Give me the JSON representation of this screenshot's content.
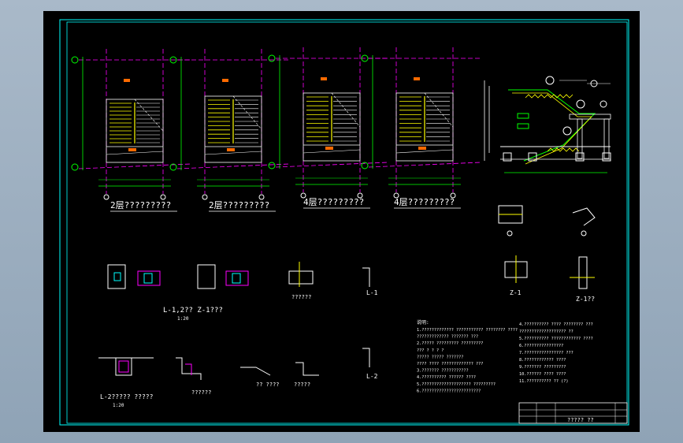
{
  "colors": {
    "frame": "#00ffff",
    "axis": "#ff00ff",
    "dim": "#00ff00",
    "step": "#ffff00",
    "outline": "#ffffff",
    "accent": "#ff6a00"
  },
  "plans": [
    {
      "title": "2层?????????"
    },
    {
      "title": "2层?????????"
    },
    {
      "title": "4层?????????"
    },
    {
      "title": "4层?????????"
    }
  ],
  "details": {
    "col_section_title": "L-1,2??  Z-1???",
    "col_section_sub": "1:20",
    "beam_d1": "??????",
    "l1_label": "L-1",
    "l2_label": "L-2",
    "z1_label": "Z-1",
    "z2_label": "Z-1??",
    "lower_left_title": "L-2?????  ?????",
    "lower_left_sub": "1:20",
    "lower_mid_a": "??????",
    "lower_mid_b": "?? ????",
    "lower_mid_c": "?????"
  },
  "notes": {
    "heading": "说明:",
    "lines": [
      "1.?????????????  ???????????   ????????  ????",
      "  ?????????????    ???????  ???",
      "2.????? ?????????    ?????????",
      "  ???     ? ?      ?    ?",
      "  ?????  ????? ???????",
      "  ????  ???? ????????????? ???",
      "3.???????  ???????????",
      "4.?????????? ?????? ????",
      "5.????????????????????  ?????????",
      "6.????????????????????????"
    ],
    "right_lines": [
      "4.?????????? ???? ????????  ???",
      "  ??????????????????? ??",
      "5.?????????? ????????????  ????",
      "6.????????????????",
      "7.???????????????? ???",
      "8.???????????? ????",
      "9.??????? ?????????",
      "10.?????? ????  ????",
      "11.?????????? ??  (?)"
    ]
  },
  "titleblock": {
    "name": "?????  ??"
  }
}
